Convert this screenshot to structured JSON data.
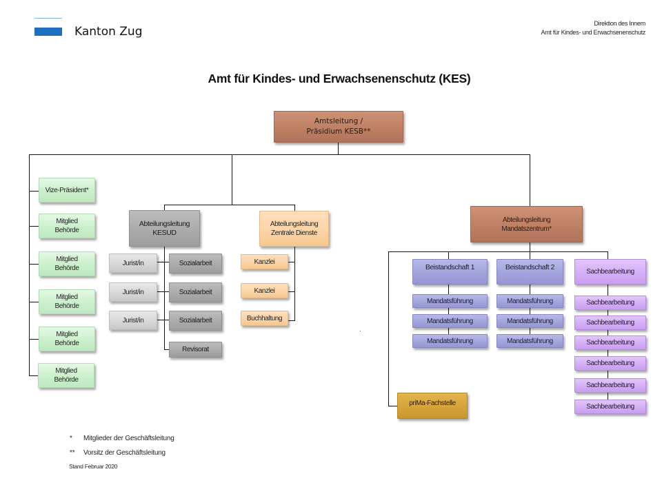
{
  "header": {
    "logo_text": "Kanton Zug",
    "department_line1": "Direktion des Innern",
    "department_line2": "Amt für Kindes- und Erwachsenenschutz"
  },
  "title": "Amt für Kindes- und Erwachsenenschutz (KES)",
  "org": {
    "top": "Amtsleitung /\nPräsidium KESB**",
    "left_column": [
      "Vize-Präsident*",
      "Mitglied\nBehörde",
      "Mitglied\nBehörde",
      "Mitglied\nBehörde",
      "Mitglied\nBehörde",
      "Mitglied\nBehörde"
    ],
    "kesud": {
      "head": "Abteilungsleitung\nKESUD",
      "jurist": [
        "Jurist/in",
        "Jurist/in",
        "Jurist/in"
      ],
      "sozialarbeit": [
        "Sozialarbeit",
        "Sozialarbeit",
        "Sozialarbeit"
      ],
      "revisorat": "Revisorat"
    },
    "zentrale_dienste": {
      "head": "Abteilungsleitung\nZentrale  Dienste",
      "items": [
        "Kanzlei",
        "Kanzlei",
        "Buchhaltung"
      ]
    },
    "mandatszentrum": {
      "head": "Abteilungsleitung\nMandatszentrum*",
      "beistandschaft1": {
        "head": "Beistandschaft  1",
        "items": [
          "Mandatsführung",
          "Mandatsführung",
          "Mandatsführung"
        ]
      },
      "beistandschaft2": {
        "head": "Beistandschaft  2",
        "items": [
          "Mandatsführung",
          "Mandatsführung",
          "Mandatsführung"
        ]
      },
      "sachbearbeitung": {
        "head": "Sachbearbeitung",
        "items": [
          "Sachbearbeitung",
          "Sachbearbeitung",
          "Sachbearbeitung",
          "Sachbearbeitung",
          "Sachbearbeitung",
          "Sachbearbeitung"
        ]
      },
      "prima": "priMa-Fachstelle"
    }
  },
  "footnotes": [
    {
      "mark": "*",
      "text": "Mitglieder der Geschäftsleitung"
    },
    {
      "mark": "**",
      "text": "Vorsitz der Geschäftsleitung"
    }
  ],
  "stand": "Stand Februar 2020",
  "colors": {
    "brand_blue": "#1e6fc0",
    "leitung": "#bd7e62",
    "behoerde": "#c9efca",
    "kesud_head": "#a9a9a9",
    "jurist": "#d6d6d6",
    "zentrale": "#fbd3a6",
    "beistandschaft": "#a2a3db",
    "sachbearbeitung": "#d3acf6",
    "prima": "#d4a238"
  }
}
